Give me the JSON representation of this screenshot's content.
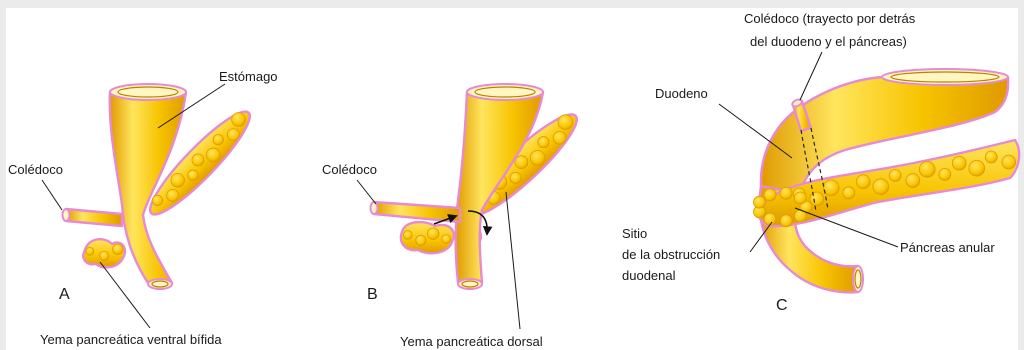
{
  "panels": {
    "a": {
      "letter": "A",
      "labels": {
        "stomach": "Estómago",
        "bile_duct": "Colédoco",
        "ventral_bud": "Yema pancreática ventral bífida"
      }
    },
    "b": {
      "letter": "B",
      "labels": {
        "bile_duct": "Colédoco",
        "dorsal_bud": "Yema pancreática dorsal"
      }
    },
    "c": {
      "letter": "C",
      "labels": {
        "bile_duct_line1": "Colédoco (trayecto por detrás",
        "bile_duct_line2": "del duodeno y el páncreas)",
        "duodenum": "Duodeno",
        "obstruction_line1": "Sitio",
        "obstruction_line2": "de la obstrucción",
        "obstruction_line3": "duodenal",
        "annular_pancreas": "Páncreas anular"
      }
    }
  },
  "colors": {
    "tissue": "#f7c400",
    "tissue_highlight": "#ffe55e",
    "tissue_shadow": "#df9a00",
    "outline": "#e88ad2",
    "background": "#ebebeb",
    "label_text": "#1a1a1a"
  }
}
